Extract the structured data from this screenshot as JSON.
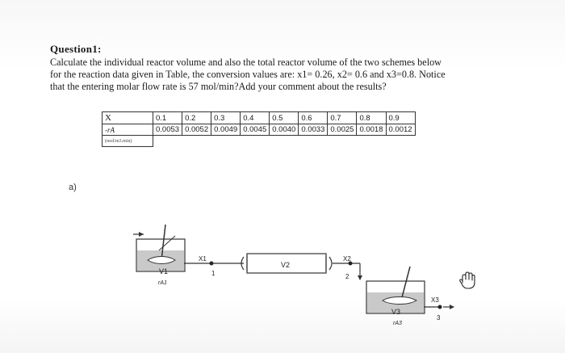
{
  "question": {
    "title": "Question1:",
    "lines": [
      "Calculate the individual reactor volume and also the total reactor volume of the two schemes below",
      "for the reaction data given in Table, the conversion values are: x1= 0.26, x2= 0.6 and x3=0.8. Notice",
      "that the entering molar flow rate is 57 mol/min?Add your comment about the results?"
    ]
  },
  "table": {
    "x_label": "X",
    "ra_label": "-rA",
    "unit_label": "(mol/m3.min)",
    "x_values": [
      "0.1",
      "0.2",
      "0.3",
      "0.4",
      "0.5",
      "0.6",
      "0.7",
      "0.8",
      "0.9"
    ],
    "ra_values": [
      "0.0053",
      "0.0052",
      "0.0049",
      "0.0045",
      "0.0040",
      "0.0033",
      "0.0025",
      "0.0018",
      "0.0012"
    ]
  },
  "part_label": "a)",
  "diagram": {
    "v1": "V1",
    "ra1": "rA1",
    "x1": "X1",
    "point1": "1",
    "v2": "V2",
    "x2": "X2",
    "point2": "2",
    "v3": "V3",
    "ra3": "rA3",
    "x3": "X3",
    "point3": "3"
  }
}
